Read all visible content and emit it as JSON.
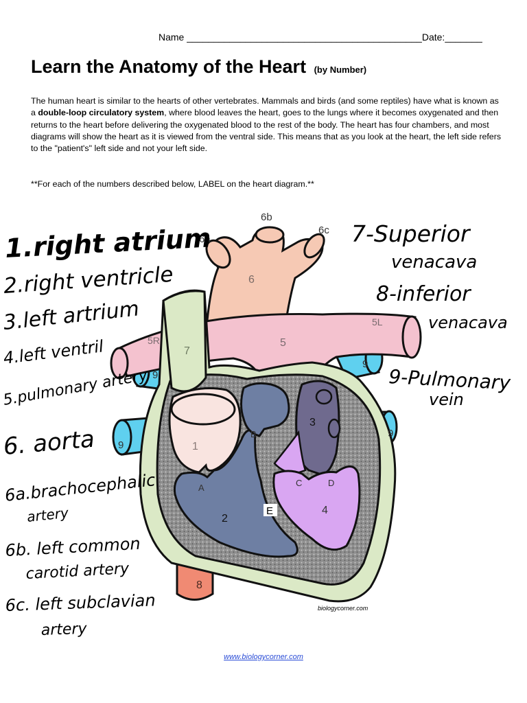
{
  "header": {
    "name_label": "Name",
    "name_blank": "____________________________________________",
    "date_label": "Date:",
    "date_blank": "_______"
  },
  "title": {
    "main": "Learn the Anatomy of the Heart",
    "sub": "(by Number)"
  },
  "intro": {
    "part1": "The human heart is similar to the hearts of other vertebrates. Mammals and birds (and some reptiles) have what is known as a ",
    "bold": "double-loop circulatory system",
    "part2": ", where blood leaves the heart, goes to the lungs where it becomes oxygenated and then returns to the heart before delivering the oxygenated blood to the rest of the body.   The heart has four chambers, and most diagrams will show the heart as it is viewed from the ventral side. This means that as you look at the heart, the left side refers to the \"patient's\" left side and not your left side."
  },
  "instruction": "**For each of the numbers described below, LABEL on the heart diagram.**",
  "diagram": {
    "labels": {
      "n1": "1",
      "n2": "2",
      "n3": "3",
      "n4": "4",
      "n5": "5",
      "n5L": "5L",
      "n5R": "5R",
      "n6": "6",
      "n6a": "6a",
      "n6b": "6b",
      "n6c": "6c",
      "n7": "7",
      "n8": "8",
      "n9a": "9",
      "n9b": "9",
      "n9c": "9",
      "n9d": "9",
      "A": "A",
      "B": "B",
      "C": "C",
      "D": "D",
      "E": "E"
    },
    "credit": "biologycorner.com"
  },
  "handwritten": {
    "left": {
      "l1": "1.right atrium",
      "l2": "2.right ventricle",
      "l3": "3.left artrium",
      "l4": "4.left ventril",
      "l5": "5.pulmonary artery",
      "l6": "6. aorta",
      "l6a_1": "6a.brachocephalic",
      "l6a_2": "artery",
      "l6b_1": "6b. left common",
      "l6b_2": "carotid artery",
      "l6c_1": "6c. left subclavian",
      "l6c_2": "artery"
    },
    "right": {
      "r7_1": "7-Superior",
      "r7_2": "venacava",
      "r8_1": "8-inferior",
      "r8_2": "venacava",
      "r9_1": "9-Pulmonary",
      "r9_2": "vein"
    }
  },
  "footer": {
    "link": "www.biologycorner.com"
  },
  "colors": {
    "aorta": "#f6c9b4",
    "pulmonary_artery": "#f4c2cf",
    "vena_cava_superior": "#dbe9c6",
    "vena_cava_inferior": "#f08a73",
    "pulmonary_vein": "#5fd0ef",
    "right_atrium": "#f9e4e0",
    "right_ventricle": "#6e7fa3",
    "left_atrium": "#6f6a8e",
    "left_ventricle": "#d9a6f2",
    "muscle": "#9b9b9b",
    "pericardium": "#dbe9c6"
  }
}
